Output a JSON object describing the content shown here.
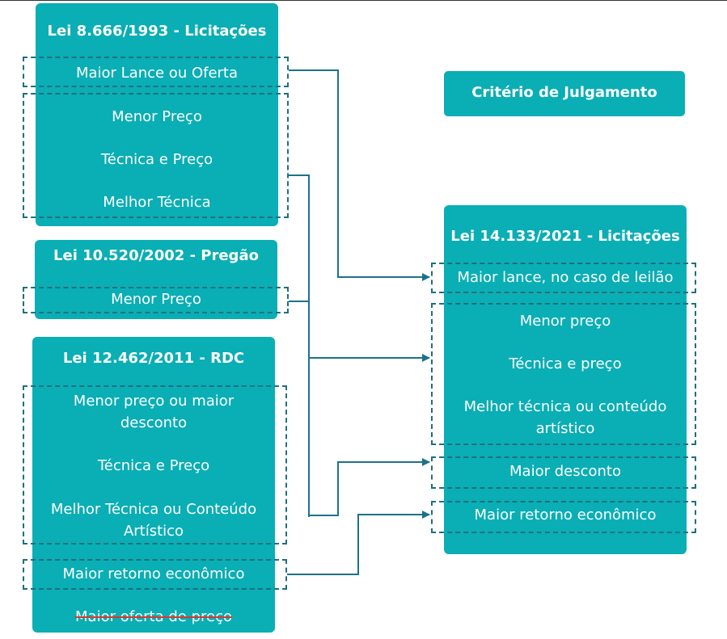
{
  "legend": {
    "label": "Critério de Julgamento"
  },
  "lei8666": {
    "title": "Lei 8.666/1993 - Licitações",
    "items": [
      "Maior Lance ou Oferta",
      "Menor Preço",
      "Técnica e Preço",
      "Melhor Técnica"
    ]
  },
  "lei10520": {
    "title": "Lei 10.520/2002 - Pregão",
    "items": [
      "Menor Preço"
    ]
  },
  "lei12462": {
    "title": "Lei 12.462/2011 - RDC",
    "items": [
      "Menor preço ou maior",
      "desconto",
      "Técnica e Preço",
      "Melhor Técnica ou Conteúdo",
      "Artístico",
      "Maior retorno econômico",
      "Maior oferta de preço"
    ]
  },
  "lei14133": {
    "title": "Lei 14.133/2021 - Licitações",
    "items": [
      "Maior lance, no caso de leilão",
      "Menor preço",
      "Técnica e preço",
      "Melhor técnica ou conteúdo",
      "artístico",
      "Maior desconto",
      "Maior retorno econômico"
    ]
  },
  "colors": {
    "box": "#0aaeb5",
    "dash": "#1e6f80",
    "arrow": "#1b7389",
    "strike": "#d83a2e"
  }
}
